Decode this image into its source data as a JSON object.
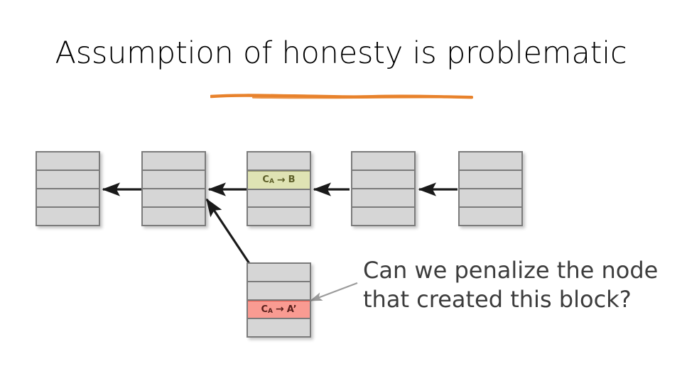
{
  "slide": {
    "title": "Assumption of honesty is problematic",
    "underline_color": "#e8822c",
    "background_color": "#ffffff"
  },
  "diagram": {
    "type": "blockchain-fork-diagram",
    "block_fill": "#d6d6d6",
    "block_border": "#7b7b7b",
    "arrow_color": "#1a1a1a",
    "pointer_color": "#9b9b9b",
    "chain": [
      {
        "id": "block-1",
        "rows": [
          "",
          "",
          "",
          ""
        ]
      },
      {
        "id": "block-2",
        "rows": [
          "",
          "",
          "",
          ""
        ]
      },
      {
        "id": "block-3",
        "rows": [
          "",
          "CA_B",
          "",
          ""
        ],
        "highlight_row": 1,
        "highlight": "green"
      },
      {
        "id": "block-4",
        "rows": [
          "",
          "",
          "",
          ""
        ]
      },
      {
        "id": "block-5",
        "rows": [
          "",
          "",
          "",
          ""
        ]
      }
    ],
    "fork_block": {
      "id": "block-fork",
      "rows": [
        "",
        "",
        "CA_Aprime",
        ""
      ],
      "highlight_row": 2,
      "highlight": "red"
    },
    "labels": {
      "honest_tx_prefix": "C",
      "honest_tx_sub": "A",
      "honest_tx_arrow": "→",
      "honest_tx_target": "B",
      "fork_tx_prefix": "C",
      "fork_tx_sub": "A",
      "fork_tx_arrow": "→",
      "fork_tx_target": "A’"
    },
    "highlight_colors": {
      "green_fill": "#dfe3b4",
      "green_text": "#5d5f29",
      "red_fill": "#f99b92",
      "red_text": "#5a201c"
    }
  },
  "annotation": {
    "question": "Can we penalize the node\nthat created this block?",
    "text_color": "#3c3c3c"
  }
}
